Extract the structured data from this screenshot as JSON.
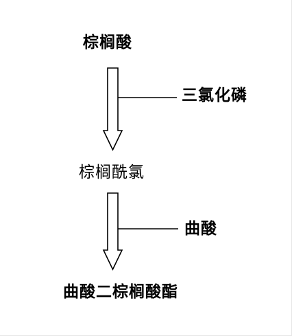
{
  "steps": [
    {
      "compound": "棕榈酸"
    },
    {
      "compound": "棕榈酰氯"
    },
    {
      "compound": "曲酸二棕榈酸酯"
    }
  ],
  "reagents": [
    {
      "name": "三氯化磷"
    },
    {
      "name": "曲酸"
    }
  ],
  "colors": {
    "line": "#000000",
    "background": "#ffffff"
  }
}
